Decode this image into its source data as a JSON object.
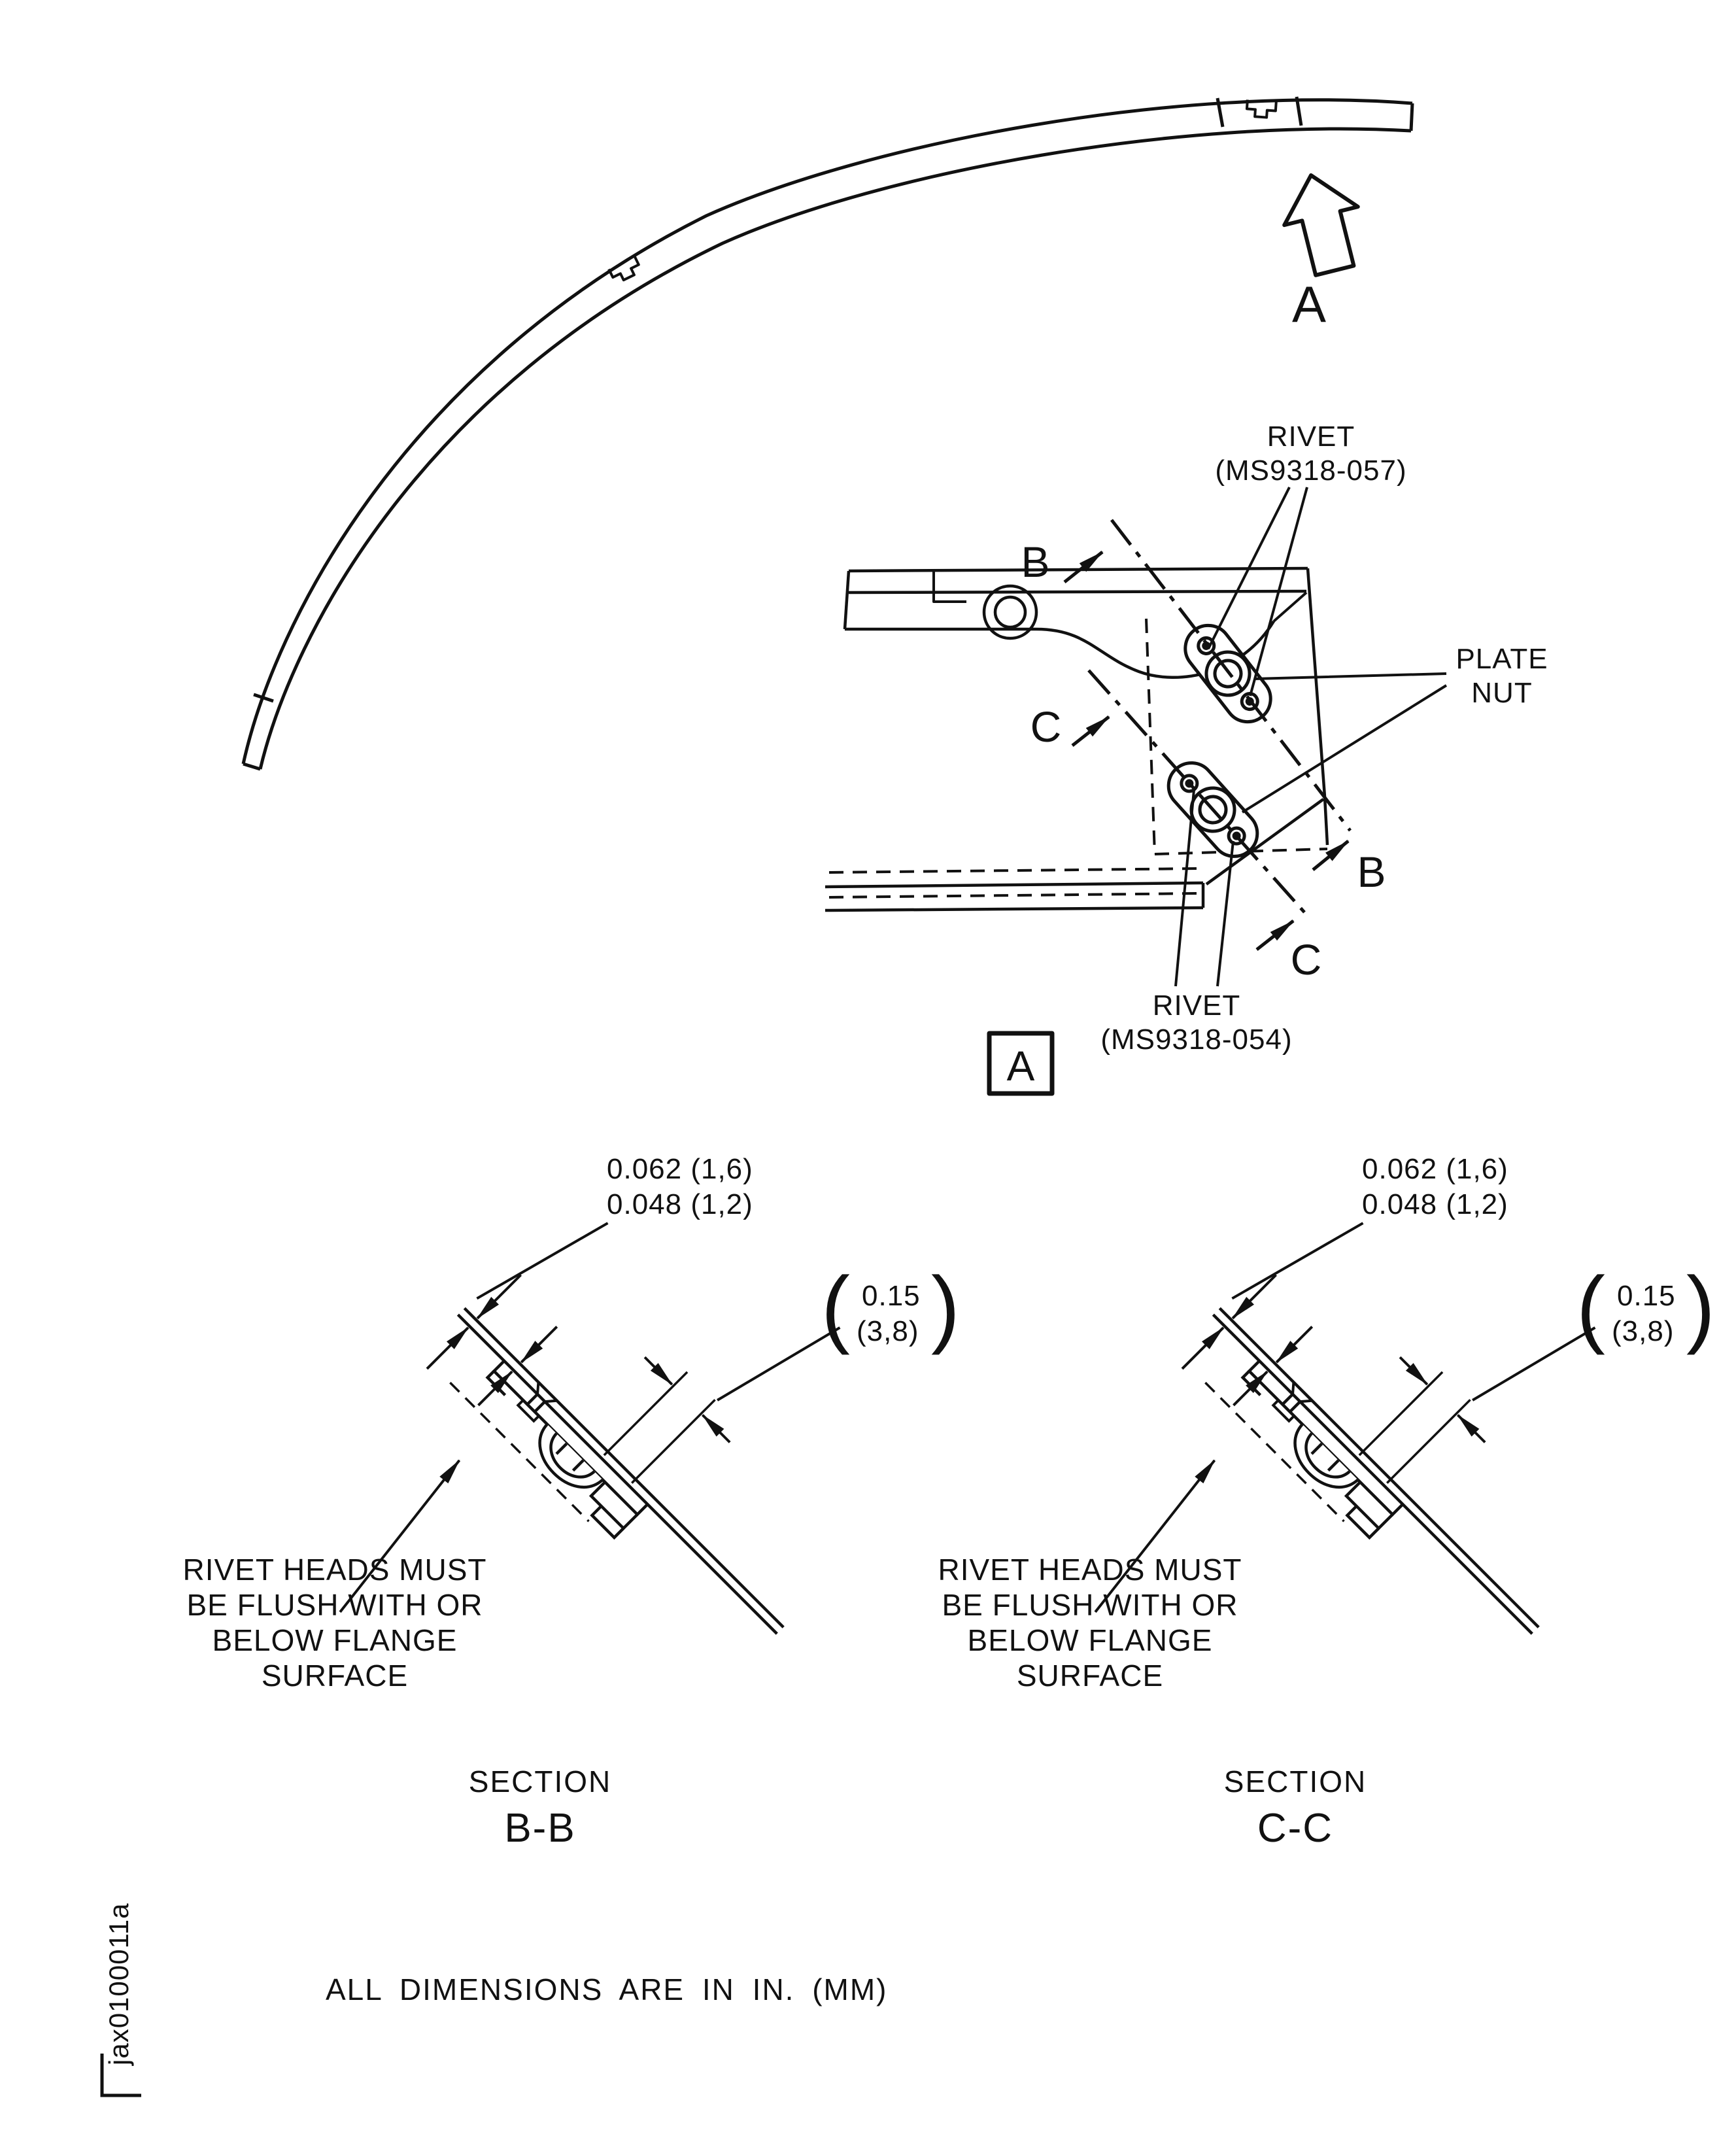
{
  "figure": {
    "id": "jax0100011a",
    "footnote": "ALL DIMENSIONS ARE IN IN. (MM)"
  },
  "overview": {
    "direction_arrow_label": "A"
  },
  "detail_a": {
    "box_label": "A",
    "rivet_upper_label_line1": "RIVET",
    "rivet_upper_label_line2": "(MS9318-057)",
    "rivet_lower_label_line1": "RIVET",
    "rivet_lower_label_line2": "(MS9318-054)",
    "plate_nut_label_line1": "PLATE",
    "plate_nut_label_line2": "NUT",
    "section_b_marker": "B",
    "section_c_marker": "C"
  },
  "sections": {
    "thickness_dim_line1": "0.062 (1,6)",
    "thickness_dim_line2": "0.048 (1,2)",
    "protrusion_dim_value": "0.15",
    "protrusion_dim_mm": "(3,8)",
    "paren_open": "(",
    "paren_close": ")",
    "flush_note_line1": "RIVET HEADS MUST",
    "flush_note_line2": "BE FLUSH WITH OR",
    "flush_note_line3": "BELOW FLANGE",
    "flush_note_line4": "SURFACE",
    "section_b": {
      "title": "SECTION",
      "name": "B-B"
    },
    "section_c": {
      "title": "SECTION",
      "name": "C-C"
    }
  }
}
